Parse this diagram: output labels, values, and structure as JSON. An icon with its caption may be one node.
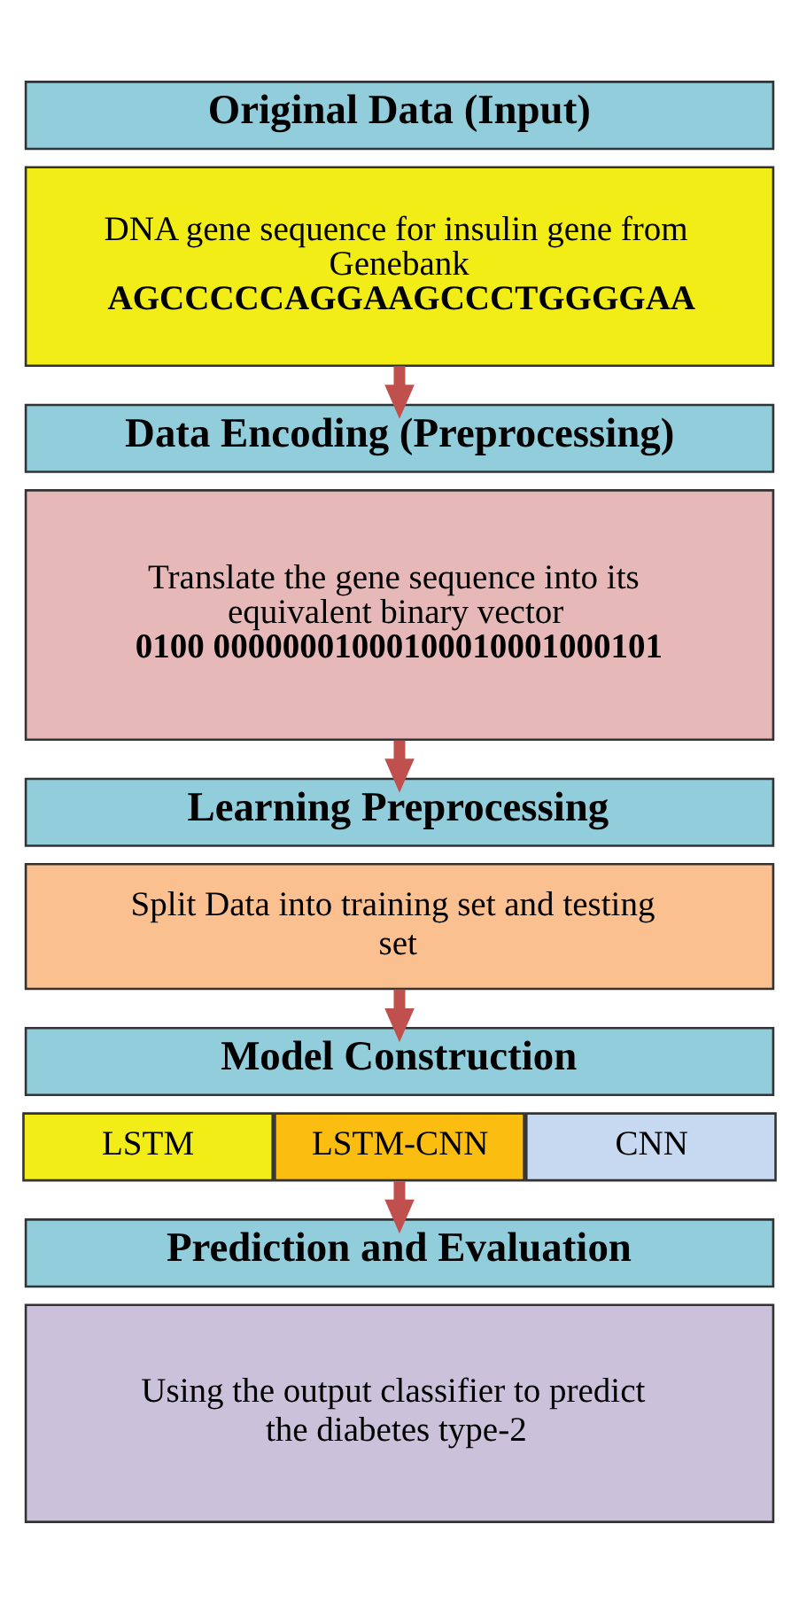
{
  "diagram": {
    "nodes": [
      {
        "text": [
          "Original Data (Input)"
        ]
      },
      {
        "text": [
          "DNA gene sequence for insulin gene from Genebank",
          "AGCCCCCAGGAAGCCCTGGGGAA"
        ]
      },
      {
        "text": [
          "Data Encoding (Preprocessing)"
        ]
      },
      {
        "text": [
          "Translate the gene sequence into its equivalent binary vector",
          "0100 00000001000100010001000101"
        ]
      },
      {
        "text": [
          "Learning Preprocessing"
        ]
      },
      {
        "text": [
          "Split Data into training set and testing set"
        ]
      },
      {
        "text": [
          "Model Construction"
        ]
      },
      {
        "text": [
          "LSTM"
        ]
      },
      {
        "text": [
          "LSTM-CNN"
        ]
      },
      {
        "text": [
          "CNN"
        ]
      },
      {
        "text": [
          "Prediction and Evaluation"
        ]
      },
      {
        "text": [
          "Using the output classifier to predict the diabetes type-2"
        ]
      }
    ],
    "edges": [
      {
        "from": 1,
        "to": 2,
        "arrow": "to"
      },
      {
        "from": 3,
        "to": 4,
        "arrow": "to"
      },
      {
        "from": 5,
        "to": 6,
        "arrow": "to"
      },
      {
        "from": 8,
        "to": 10,
        "arrow": "to"
      }
    ]
  }
}
